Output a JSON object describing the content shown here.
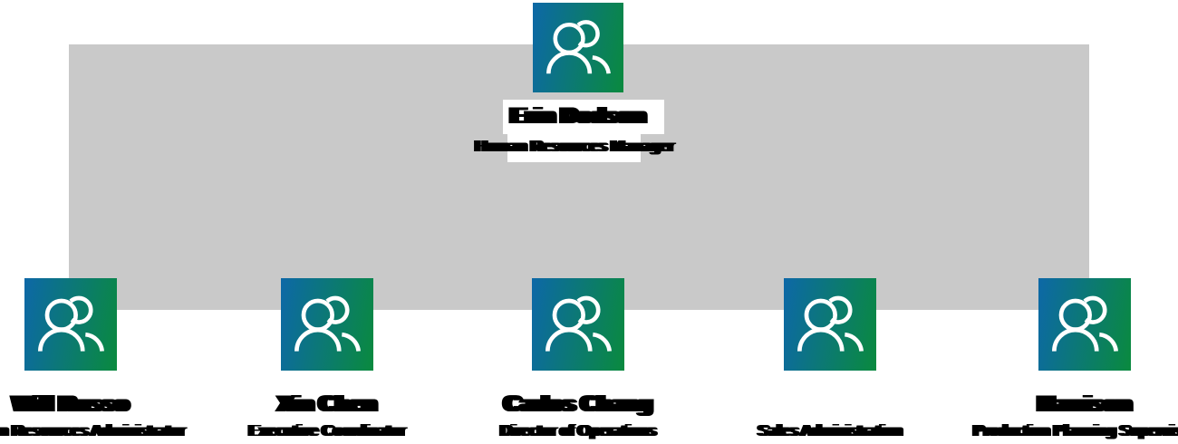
{
  "colors": {
    "background": "#ffffff",
    "panel_gray": "#c9c9c9",
    "tile_gradient_start": "#0d68a7",
    "tile_gradient_end": "#0a8a3e",
    "label_box_bg": "#ffffff",
    "text": "#000000"
  },
  "icons": {
    "person_tile": "people-icon"
  },
  "org_chart": {
    "manager": {
      "name": "Erin Dodson",
      "title": "Human Resources Manager"
    },
    "reports": [
      {
        "name": "Will Russo",
        "title": "Human Resources Administrator"
      },
      {
        "name": "Xin Chen",
        "title": "Executive Coordinator"
      },
      {
        "name": "Carlos Chang",
        "title": "Director of Operations"
      },
      {
        "name": "",
        "title": "Sales Administration"
      },
      {
        "name": "Harrison",
        "title": "Production Planning Supervisor"
      }
    ]
  }
}
